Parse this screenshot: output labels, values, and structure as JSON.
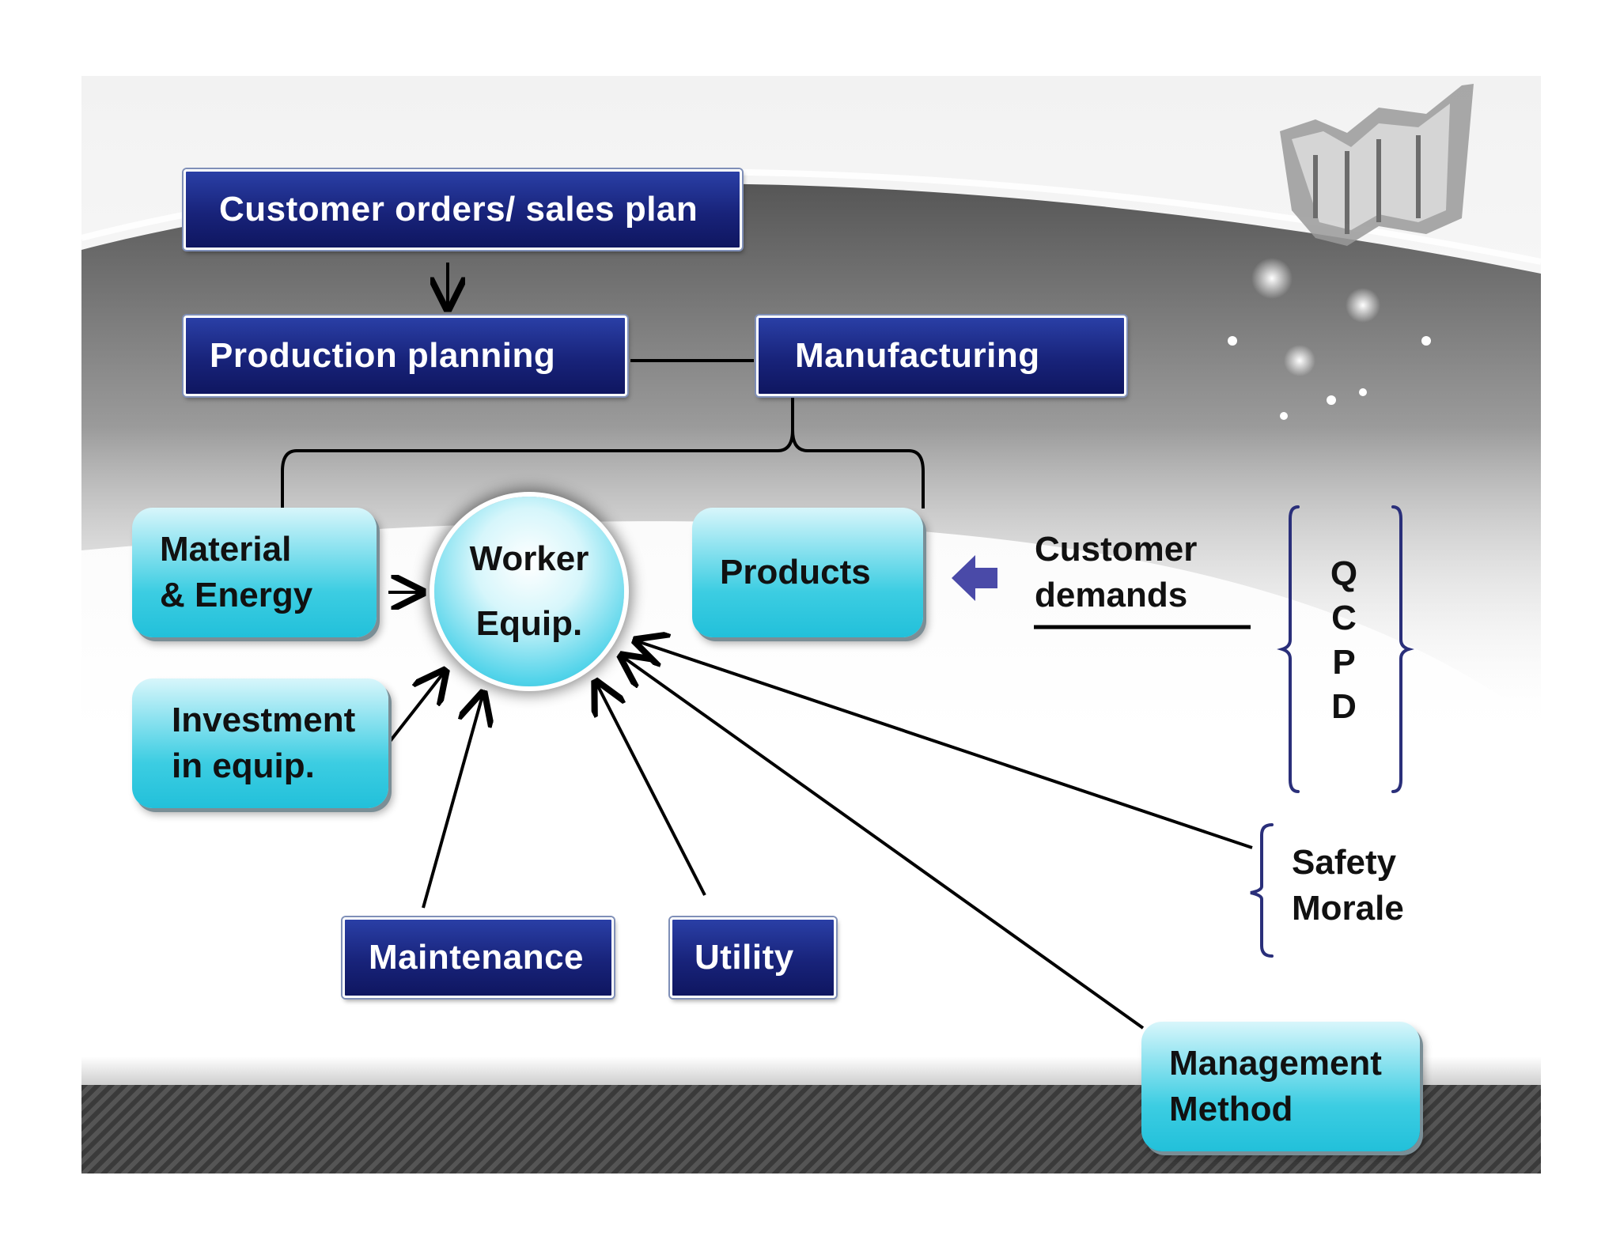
{
  "boxes": {
    "customer_orders": "Customer orders/ sales plan",
    "production_planning": "Production planning",
    "manufacturing": "Manufacturing",
    "material_energy_line1": "Material",
    "material_energy_line2": "& Energy",
    "products": "Products",
    "investment_line1": "Investment",
    "investment_line2": "in equip.",
    "maintenance": "Maintenance",
    "utility": "Utility",
    "management_line1": "Management",
    "management_line2": "Method"
  },
  "center": {
    "line1": "Worker",
    "line2": "Equip."
  },
  "customer_demands": {
    "line1": "Customer",
    "line2": "demands"
  },
  "qcpd": [
    "Q",
    "C",
    "P",
    "D"
  ],
  "safety_morale": {
    "line1": "Safety",
    "line2": "Morale"
  },
  "colors": {
    "dark_box": "#18237a",
    "light_box": "#3ccde2",
    "bracket": "#2a2f7a",
    "arrow_block": "#4a4aa8"
  }
}
